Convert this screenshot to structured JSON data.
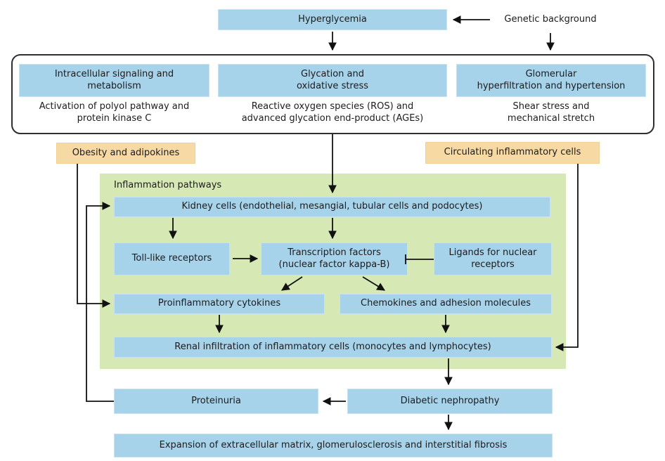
{
  "figure": {
    "top": {
      "hyperglycemia": "Hyperglycemia",
      "genetic_background": "Genetic background"
    },
    "mechanisms": {
      "intracellular": {
        "title": "Intracellular signaling and\nmetabolism",
        "detail": "Activation of polyol pathway and\nprotein kinase C"
      },
      "glycation": {
        "title": "Glycation and\noxidative stress",
        "detail": "Reactive oxygen species (ROS) and\nadvanced glycation end-product (AGEs)"
      },
      "glomerular": {
        "title": "Glomerular\nhyperfiltration and hypertension",
        "detail": "Shear stress and\nmechanical stretch"
      }
    },
    "modifiers": {
      "obesity": "Obesity and adipokines",
      "circulating": "Circulating inflammatory cells"
    },
    "inflammation": {
      "label": "Inflammation pathways",
      "kidney_cells": "Kidney cells (endothelial, mesangial, tubular cells and podocytes)",
      "toll_like": "Toll-like receptors",
      "transcription": "Transcription factors\n(nuclear factor kappa-B)",
      "ligands": "Ligands for nuclear\nreceptors",
      "cytokines": "Proinflammatory cytokines",
      "chemokines": "Chemokines and adhesion molecules",
      "renal_infiltration": "Renal infiltration of inflammatory cells (monocytes and lymphocytes)"
    },
    "outcomes": {
      "proteinuria": "Proteinuria",
      "nephropathy": "Diabetic nephropathy",
      "expansion": "Expansion of extracellular matrix, glomerulosclerosis and interstitial fibrosis"
    },
    "colors": {
      "node_blue": "#a6d2ea",
      "panel_green": "#d6e8b4",
      "modifier_orange": "#f7d9a3",
      "line": "#111111"
    }
  }
}
